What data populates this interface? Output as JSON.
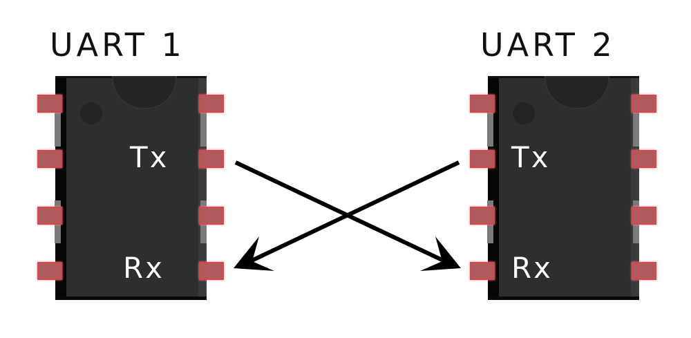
{
  "diagram": {
    "uart1": {
      "title": "UART 1",
      "tx_label": "Tx",
      "rx_label": "Rx"
    },
    "uart2": {
      "title": "UART 2",
      "tx_label": "Tx",
      "rx_label": "Rx"
    },
    "connections": [
      {
        "from": "UART 1 Tx",
        "to": "UART 2 Rx"
      },
      {
        "from": "UART 2 Tx",
        "to": "UART 1 Rx"
      }
    ],
    "colors": {
      "chip_body": "#2e2e2e",
      "pin": "#b05a5e",
      "pin_border": "#d8464c",
      "arrow": "#000000",
      "text": "#111111"
    }
  }
}
